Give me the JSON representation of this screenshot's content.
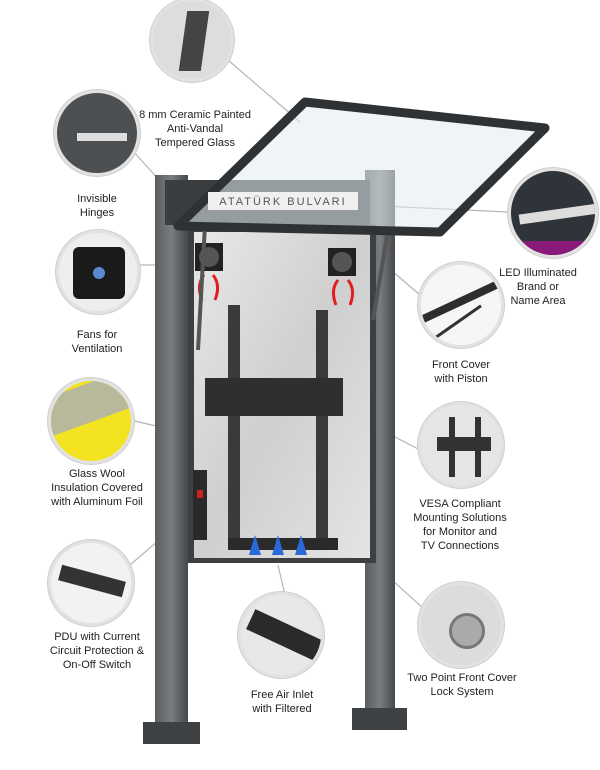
{
  "sign_text": "ATATÜRK BULVARI",
  "features": {
    "glass": {
      "lines": [
        "8 mm Ceramic Painted",
        "Anti-Vandal",
        "Tempered Glass"
      ],
      "icon": "glass-panel-icon"
    },
    "hinges": {
      "lines": [
        "Invisible",
        "Hinges"
      ],
      "icon": "hinge-icon"
    },
    "fans": {
      "lines": [
        "Fans for",
        "Ventilation"
      ],
      "icon": "fan-icon"
    },
    "insulation": {
      "lines": [
        "Glass Wool",
        "Insulation Covered",
        "with Aluminum Foil"
      ],
      "icon": "glass-wool-icon"
    },
    "pdu": {
      "lines": [
        "PDU with Current",
        "Circuit Protection &",
        "On-Off Switch"
      ],
      "icon": "power-strip-icon"
    },
    "air_inlet": {
      "lines": [
        "Free Air Inlet",
        "with Filtered"
      ],
      "icon": "air-filter-icon"
    },
    "lock": {
      "lines": [
        "Two Point Front Cover",
        "Lock System"
      ],
      "icon": "lock-icon"
    },
    "vesa": {
      "lines": [
        "VESA Compliant",
        "Mounting Solutions",
        "for Monitor and",
        "TV Connections"
      ],
      "icon": "vesa-mount-icon"
    },
    "front_cover": {
      "lines": [
        "Front Cover",
        "with Piston"
      ],
      "icon": "piston-icon"
    },
    "led": {
      "lines": [
        "LED Illuminated",
        "Brand or",
        "Name Area"
      ],
      "icon": "led-sign-icon"
    }
  },
  "colors": {
    "frame": "#4a4d50",
    "cabinet": "#dcdcdc",
    "arrow_hot": "#e02020",
    "arrow_cold": "#2060d0"
  }
}
